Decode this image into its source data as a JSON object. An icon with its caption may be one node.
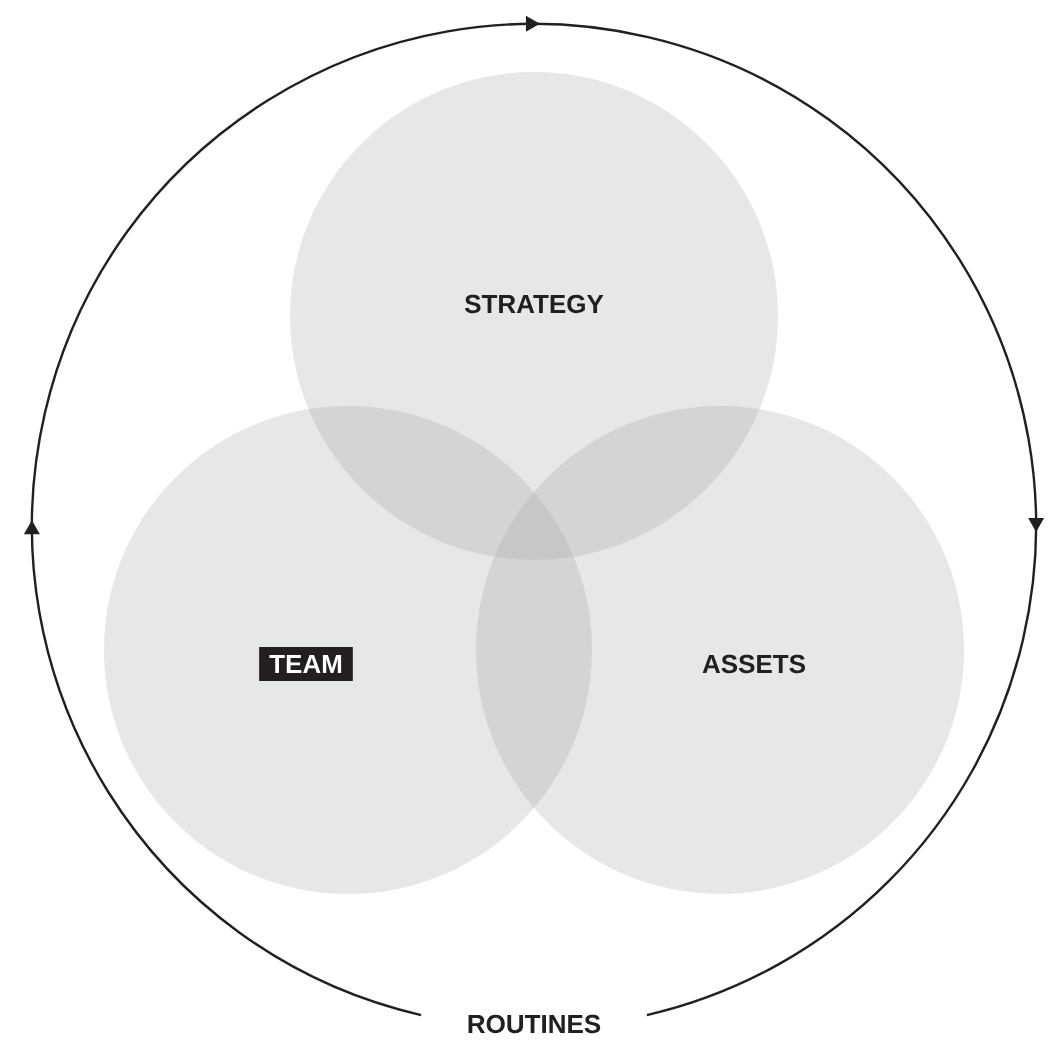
{
  "diagram": {
    "nodes": [
      {
        "text": [
          "ROUTINES"
        ]
      },
      {
        "text": [
          "STRATEGY"
        ],
        "in": 0
      },
      {
        "text": [
          "TEAM"
        ],
        "in": 0
      },
      {
        "text": [
          "ASSETS"
        ],
        "in": 0
      }
    ]
  }
}
